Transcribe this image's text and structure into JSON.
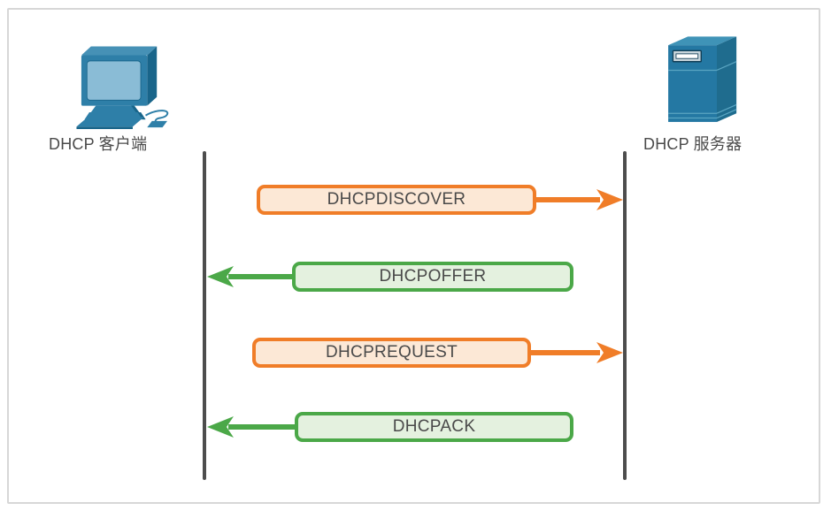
{
  "colors": {
    "orange": "#F07D28",
    "orange_fill": "#FCE8D6",
    "green": "#4BA848",
    "green_fill": "#E4F1DF",
    "lifeline": "#4D4D4D",
    "text": "#4A4A4A",
    "frame_border": "#D7D7D7"
  },
  "diagram": {
    "client_label": "DHCP 客户端",
    "server_label": "DHCP 服务器",
    "messages": [
      {
        "label": "DHCPDISCOVER",
        "direction": "client-to-server",
        "color": "orange"
      },
      {
        "label": "DHCPOFFER",
        "direction": "server-to-client",
        "color": "green"
      },
      {
        "label": "DHCPREQUEST",
        "direction": "client-to-server",
        "color": "orange"
      },
      {
        "label": "DHCPACK",
        "direction": "server-to-client",
        "color": "green"
      }
    ]
  }
}
